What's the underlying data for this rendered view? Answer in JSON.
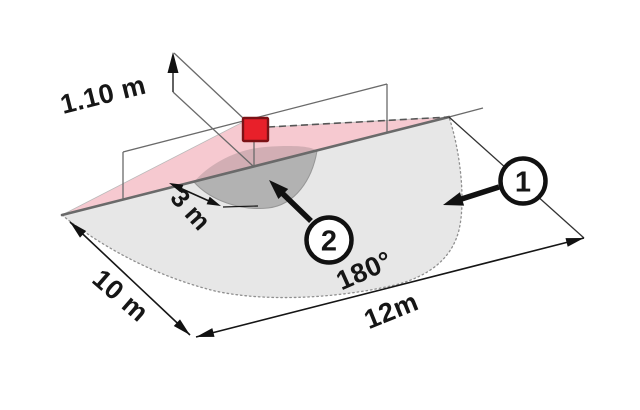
{
  "diagram": {
    "labels": {
      "mounting_height": "1.10 m",
      "short_range_radius": "3 m",
      "coverage_depth": "10 m",
      "coverage_width": "12m",
      "coverage_angle": "180°"
    },
    "markers": {
      "marker_1": "1",
      "marker_2": "2"
    },
    "colors": {
      "sensor_fill": "#e8202a",
      "sensor_border": "#7c1216",
      "beam_plane_fill": "#f6c9d0",
      "coverage_fill": "#e7e7e7",
      "inner_zone_fill": "#b2b2b2",
      "background": "#ffffff"
    }
  }
}
